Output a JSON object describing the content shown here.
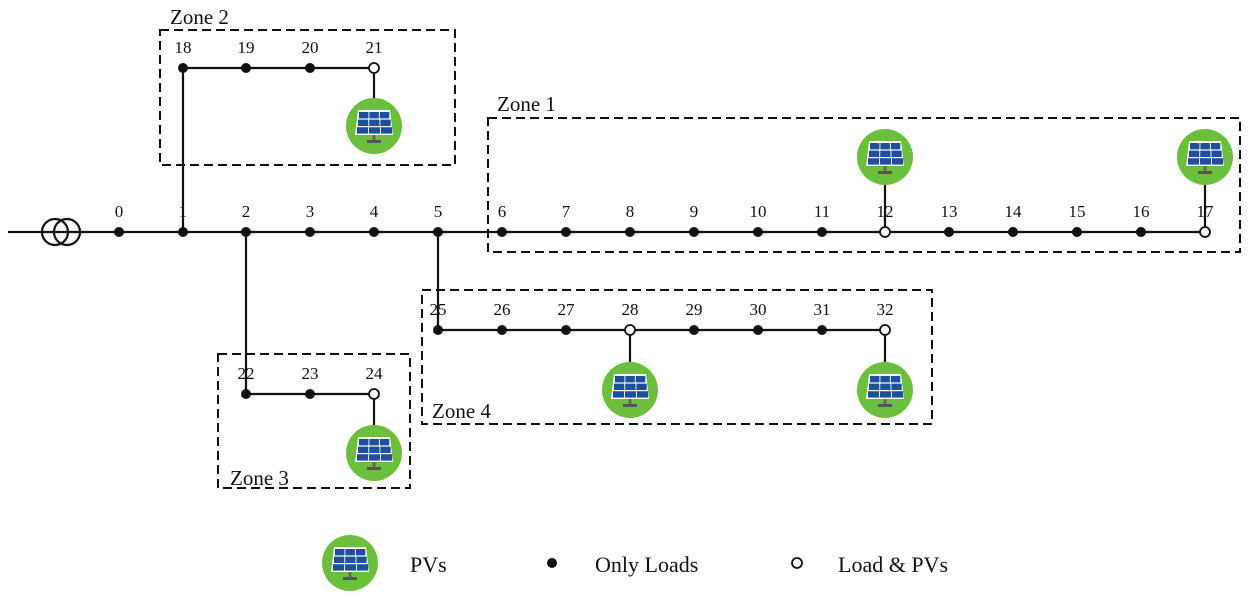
{
  "zones": [
    {
      "id": "zone1",
      "label": "Zone 1"
    },
    {
      "id": "zone2",
      "label": "Zone 2"
    },
    {
      "id": "zone3",
      "label": "Zone 3"
    },
    {
      "id": "zone4",
      "label": "Zone 4"
    }
  ],
  "nodes": [
    {
      "label": "0",
      "type": "load"
    },
    {
      "label": "1",
      "type": "load"
    },
    {
      "label": "2",
      "type": "load"
    },
    {
      "label": "3",
      "type": "load"
    },
    {
      "label": "4",
      "type": "load"
    },
    {
      "label": "5",
      "type": "load"
    },
    {
      "label": "6",
      "type": "load"
    },
    {
      "label": "7",
      "type": "load"
    },
    {
      "label": "8",
      "type": "load"
    },
    {
      "label": "9",
      "type": "load"
    },
    {
      "label": "10",
      "type": "load"
    },
    {
      "label": "11",
      "type": "load"
    },
    {
      "label": "12",
      "type": "load_pv"
    },
    {
      "label": "13",
      "type": "load"
    },
    {
      "label": "14",
      "type": "load"
    },
    {
      "label": "15",
      "type": "load"
    },
    {
      "label": "16",
      "type": "load"
    },
    {
      "label": "17",
      "type": "load_pv"
    },
    {
      "label": "18",
      "type": "load"
    },
    {
      "label": "19",
      "type": "load"
    },
    {
      "label": "20",
      "type": "load"
    },
    {
      "label": "21",
      "type": "load_pv"
    },
    {
      "label": "22",
      "type": "load"
    },
    {
      "label": "23",
      "type": "load"
    },
    {
      "label": "24",
      "type": "load_pv"
    },
    {
      "label": "25",
      "type": "load"
    },
    {
      "label": "26",
      "type": "load"
    },
    {
      "label": "27",
      "type": "load"
    },
    {
      "label": "28",
      "type": "load_pv"
    },
    {
      "label": "29",
      "type": "load"
    },
    {
      "label": "30",
      "type": "load"
    },
    {
      "label": "31",
      "type": "load"
    },
    {
      "label": "32",
      "type": "load_pv"
    }
  ],
  "legend": {
    "pv": "PVs",
    "load": "Only Loads",
    "load_pv": "Load & PVs"
  },
  "colors": {
    "pv_green": "#6cbf3c",
    "panel_blue": "#1f4e9a",
    "line": "#111111"
  }
}
